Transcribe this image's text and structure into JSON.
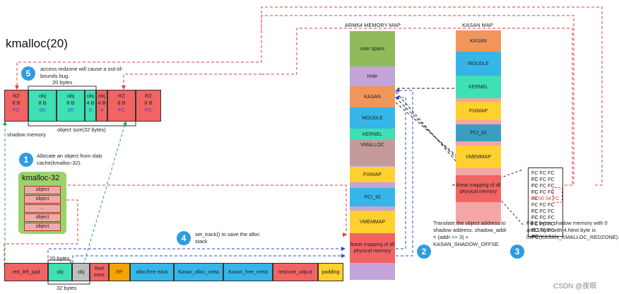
{
  "title": "kmalloc(20)",
  "step5": {
    "num": "5",
    "text": "access redzone will cause a out-of-bounds bug."
  },
  "step1": {
    "num": "1",
    "text": "Allocate an object from slab cache(kmalloc-32)."
  },
  "step4": {
    "num": "4",
    "text": "set_track() to save the alloc stack"
  },
  "step2": {
    "num": "2",
    "text": "Translate the object address to shadow address. shadow_addr = (addr >> 3) + KASAN_SHADOW_OFFSE."
  },
  "step3": {
    "num": "3",
    "text": "Fill 2 bytes shadow memory with 0 and 1 byte with 4.Next byte is 0xFC(KASAN_KMALLOC_REDZONE)."
  },
  "top_memory": {
    "label_20": "20 bytes",
    "object_size_label": "object size(32 bytes)",
    "shadow_label": "shadow memory",
    "cells": [
      {
        "l1": "RZ",
        "l2": "8 B",
        "l3": "FC"
      },
      {
        "l1": "obj",
        "l2": "8 B",
        "l3": "00"
      },
      {
        "l1": "obj",
        "l2": "8 B",
        "l3": "00"
      },
      {
        "l1": "obj",
        "l2": "4 B",
        "l3": "0"
      },
      {
        "l1": "obj",
        "l2": "4 B",
        "l3": "4"
      },
      {
        "l1": "RZ",
        "l2": "8 B",
        "l3": "FC"
      },
      {
        "l1": "RZ",
        "l2": "8 B",
        "l3": "FC"
      }
    ]
  },
  "kmalloc32": {
    "title": "kmalloc-32",
    "rows": [
      "object",
      "object",
      "...",
      "object",
      "object"
    ]
  },
  "bottom_memory": {
    "label_20": "20 bytes",
    "label_32": "32 bytes",
    "cells": [
      "red_left_pad",
      "obj",
      "obj",
      "Red zone",
      "FP",
      "alloc/free track",
      "Kasan_alloc_meta",
      "Kasan_free_meta",
      "redzone_adjust",
      "padding"
    ]
  },
  "arm64": {
    "title": "ARM64 MEMORY MAP",
    "blocks": [
      "user space",
      "Hole",
      "KASAN",
      "MOUDLE",
      "KERNEL",
      "VMALLOC",
      "FIXMAP",
      "PCI_IO",
      "VMEMMAP",
      "linear mapping of all physical memory"
    ]
  },
  "kasan_map": {
    "title": "KASAN MAP",
    "blocks": [
      "KASAN",
      "MOUDLE",
      "KERNEL",
      "FIXMAP",
      "PCI_IO",
      "VMEMMAP",
      "linear mapping of all physical memory"
    ]
  },
  "shadow_list": {
    "lines": [
      "FC FC FC FC",
      "FC FC FC FC",
      "FC FC FC FC",
      "FC FC FC FC",
      "00 00 04 FC",
      "FC FC FC FC",
      "FC FC FC FC",
      "FC FC FC FC",
      "FC FC FC FC",
      "FC FC FC FC",
      "……………"
    ]
  },
  "watermark": "CSDN @夜暝",
  "colors": {
    "red": "#f26363",
    "teal": "#3fe0b3",
    "orange": "#f0965a",
    "blue": "#36b6e8",
    "green": "#8bc34a",
    "purple": "#c9a7dc",
    "lilac": "#c4a4d8",
    "yellow": "#ffd02e",
    "pink": "#f4a6a6",
    "steel": "#3a9ec2",
    "lightorange": "#f5b26b",
    "arrow_red": "#e23a3a",
    "arrow_blue": "#2c4bd0",
    "arrow_green": "#2aa34a",
    "badge": "#2f9be0"
  }
}
